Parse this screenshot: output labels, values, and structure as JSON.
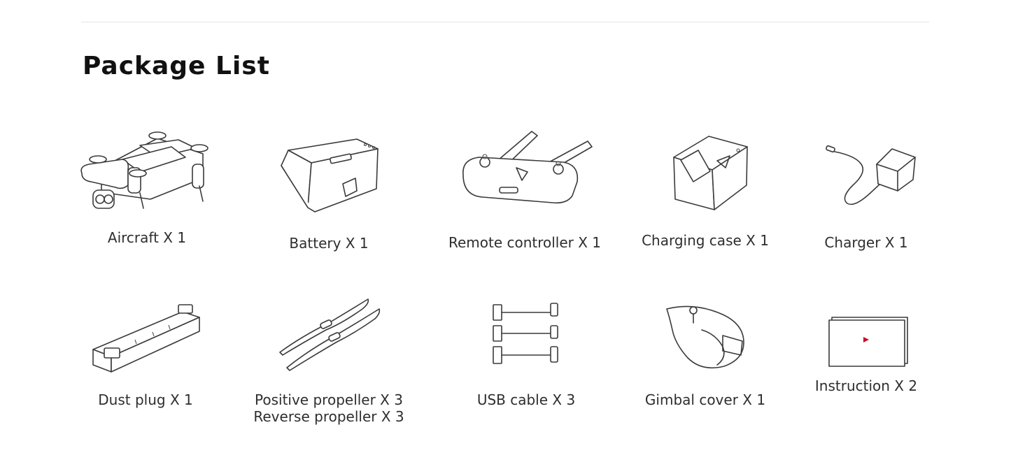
{
  "section": {
    "title": "Package List"
  },
  "items": [
    {
      "label": "Aircraft X 1",
      "icon": "aircraft-icon"
    },
    {
      "label": "Battery X 1",
      "icon": "battery-icon"
    },
    {
      "label": "Remote controller X 1",
      "icon": "remote-controller-icon"
    },
    {
      "label": "Charging case X 1",
      "icon": "charging-case-icon"
    },
    {
      "label": "Charger X 1",
      "icon": "charger-icon"
    },
    {
      "label": "Dust plug X 1",
      "icon": "dust-plug-icon"
    },
    {
      "label": "Positive propeller X 3",
      "label2": "Reverse propeller X 3",
      "icon": "propeller-icon"
    },
    {
      "label": "USB cable X 3",
      "icon": "usb-cable-icon"
    },
    {
      "label": "Gimbal cover X 1",
      "icon": "gimbal-cover-icon"
    },
    {
      "label": "Instruction X 2",
      "icon": "instruction-icon"
    }
  ],
  "colors": {
    "text": "#2e2e2e",
    "title": "#111111",
    "line": "#3a3a3a",
    "rule": "#e4e4e4",
    "accent": "#c8102e"
  }
}
